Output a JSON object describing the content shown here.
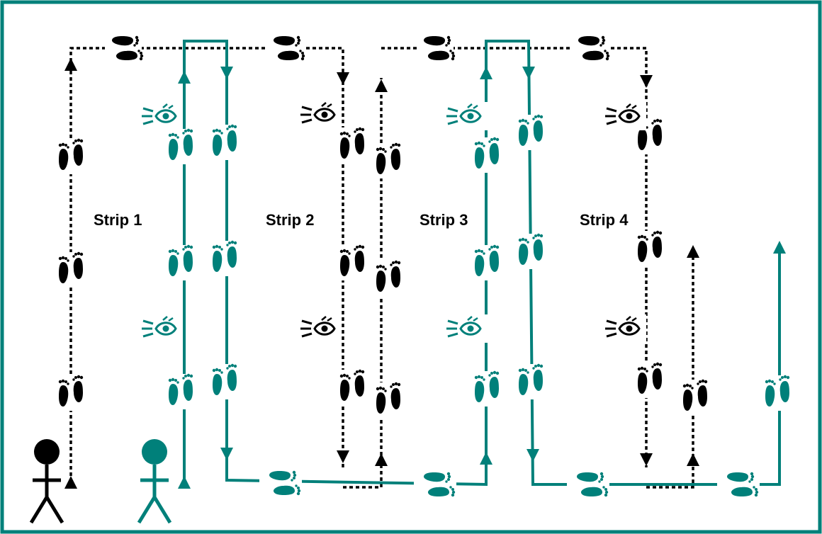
{
  "colors": {
    "frame": "#00807a",
    "teal": "#00807a",
    "black": "#000000"
  },
  "strips": [
    {
      "label": "Strip 1"
    },
    {
      "label": "Strip 2"
    },
    {
      "label": "Strip 3"
    },
    {
      "label": "Strip 4"
    }
  ],
  "legend_icons": [
    "walker-black-icon",
    "walker-teal-icon",
    "footprints-icon",
    "eye-icon",
    "arrowhead-icon"
  ]
}
